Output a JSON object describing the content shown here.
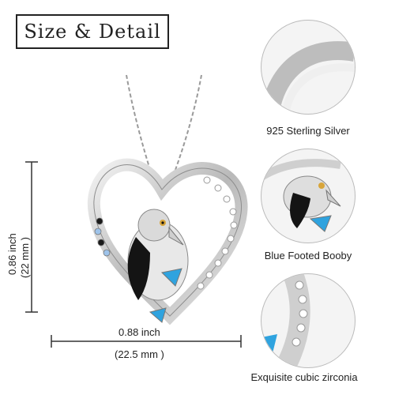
{
  "title": "Size & Detail",
  "dimensions": {
    "height_inch": "0.86 inch",
    "height_mm": "(22 mm )",
    "width_inch": "0.88 inch",
    "width_mm": "(22.5 mm )"
  },
  "details": [
    {
      "caption": "925 Sterling Silver"
    },
    {
      "caption": "Blue Footed Booby"
    },
    {
      "caption": "Exquisite cubic zirconia"
    }
  ],
  "colors": {
    "silver": "#c9c9c9",
    "enamel_blue": "#2fa3df",
    "black": "#1a1a1a",
    "zirconia_blue": "#9ec3ea"
  }
}
